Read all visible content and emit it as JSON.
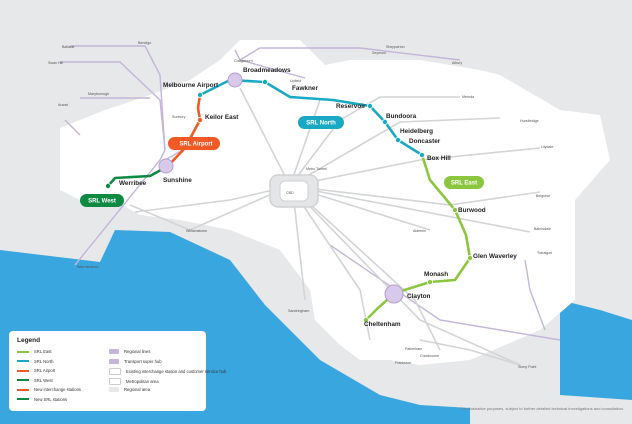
{
  "colors": {
    "background": "#e7e8e9",
    "bay": "#3aa6df",
    "srl_east": "#8cc63f",
    "srl_north": "#1aa9c4",
    "srl_airport": "#f15a24",
    "srl_west": "#0e8a43",
    "regional": "#c3b6d8",
    "metro": "#d2d4d6"
  },
  "line_badges": {
    "north": "SRL North",
    "east": "SRL East",
    "airport": "SRL Airport",
    "west": "SRL West"
  },
  "stations": {
    "broadmeadows": "Broadmeadows",
    "fawkner": "Fawkner",
    "reservoir": "Reservoir",
    "bundoora": "Bundoora",
    "heidelberg": "Heidelberg",
    "doncaster": "Doncaster",
    "box_hill": "Box Hill",
    "burwood": "Burwood",
    "glen_waverley": "Glen Waverley",
    "monash": "Monash",
    "clayton": "Clayton",
    "cheltenham": "Cheltenham",
    "melbourne_airport": "Melbourne Airport",
    "keilor_east": "Keilor East",
    "sunshine": "Sunshine",
    "werribee": "Werribee"
  },
  "small_labels": {
    "ballarat": "Ballarat",
    "bendigo": "Bendigo",
    "swan_hill": "Swan Hill",
    "maryborough": "Maryborough",
    "ararat": "Ararat",
    "sunbury": "Sunbury",
    "craigieburn": "Craigieburn",
    "shepparton": "Shepparton",
    "seymour": "Seymour",
    "albury": "Albury",
    "upfield": "Upfield",
    "hurstbridge": "Hurstbridge",
    "mernda": "Mernda",
    "lilydale": "Lilydale",
    "belgrave": "Belgrave",
    "bairnsdale": "Bairnsdale",
    "traralgon": "Traralgon",
    "pakenham": "Pakenham",
    "cranbourne": "Cranbourne",
    "frankston": "Frankston",
    "stony_point": "Stony Point",
    "williamstown": "Williamstown",
    "warrnambool": "Warrnambool",
    "alamein": "Alamein",
    "sandringham": "Sandringham",
    "metro_tunnel": "Metro Tunnel",
    "cbd": "CBD"
  },
  "legend": {
    "title": "Legend",
    "items_left": [
      {
        "label": "SRL East",
        "color": "#8cc63f"
      },
      {
        "label": "SRL North",
        "color": "#1aa9c4"
      },
      {
        "label": "SRL Airport",
        "color": "#f15a24"
      },
      {
        "label": "SRL West",
        "color": "#0e8a43"
      },
      {
        "label": "New interchange stations",
        "color": "#f15a24"
      },
      {
        "label": "New SRL stations",
        "color": "#0e8a43"
      }
    ],
    "items_right": [
      {
        "label": "Regional lines",
        "color": "#c3b6d8"
      },
      {
        "label": "Transport super hub",
        "color": "#c3b6d8"
      },
      {
        "label": "Existing interchange station and customer service hub",
        "color": "#ffffff"
      },
      {
        "label": "Metropolitan area",
        "color": "#ffffff"
      },
      {
        "label": "Regional area",
        "color": "#e7e8e9"
      }
    ]
  },
  "disclaimer": "For illustrative purposes, subject to further detailed technical investigations and consultation."
}
